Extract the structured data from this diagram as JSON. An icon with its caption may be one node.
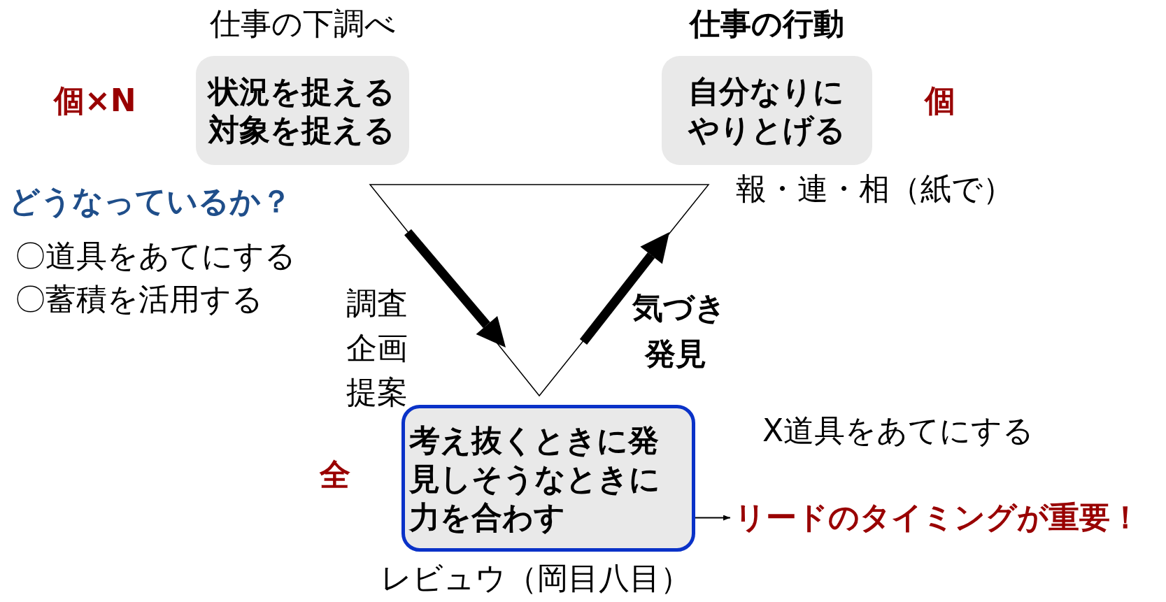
{
  "diagram": {
    "nodes": [
      {
        "text": [
          "仕事の下調べ",
          "状況を捉える対象を捉える"
        ]
      },
      {
        "text": [
          "仕事の行動",
          "自分なりにやりとげる"
        ]
      },
      {
        "text": [
          "考え抜くときに発見しそうなときに力を合わす"
        ],
        "beside": [
          "レビュウ（岡目八目）"
        ]
      },
      {
        "text": [
          "リードのタイミングが重要！"
        ]
      }
    ],
    "edges": [
      {
        "from": 2,
        "to": 3,
        "arrow": "to"
      }
    ],
    "labels": [
      "個×N",
      "個",
      "報・連・相（紙で）",
      "どうなっているか？",
      "〇道具をあてにする",
      "〇蓄積を活用する",
      "調査",
      "企画",
      "提案",
      "気づき",
      "発見",
      "X道具をあてにする",
      "全"
    ]
  }
}
